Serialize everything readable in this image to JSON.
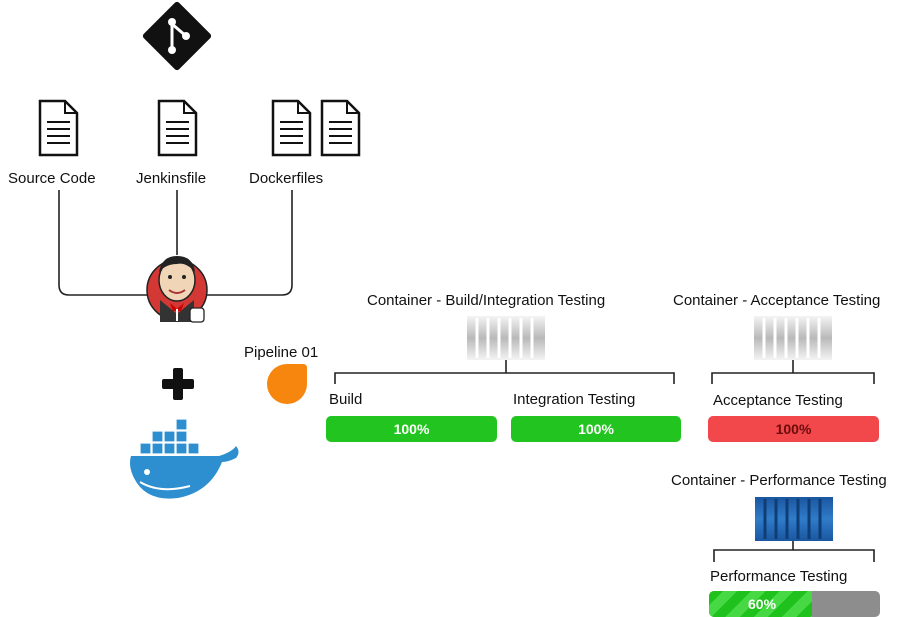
{
  "sources": {
    "source_code": "Source Code",
    "jenkinsfile": "Jenkinsfile",
    "dockerfiles": "Dockerfiles"
  },
  "pipeline": {
    "name": "Pipeline 01"
  },
  "containers": {
    "build_integration": "Container - Build/Integration Testing",
    "acceptance": "Container - Acceptance Testing",
    "performance": "Container - Performance Testing"
  },
  "stages": [
    {
      "name": "Build",
      "progress_label": "100%",
      "progress": 1.0,
      "status": "success"
    },
    {
      "name": "Integration Testing",
      "progress_label": "100%",
      "progress": 1.0,
      "status": "success"
    },
    {
      "name": "Acceptance Testing",
      "progress_label": "100%",
      "progress": 1.0,
      "status": "failed"
    },
    {
      "name": "Performance Testing",
      "progress_label": "60%",
      "progress": 0.6,
      "status": "running"
    }
  ],
  "icons": {
    "git": "git-icon",
    "file": "document-icon",
    "jenkins": "jenkins-icon",
    "plus": "plus-icon",
    "docker": "docker-whale-icon",
    "container": "container-icon",
    "pipeline": "pipeline-drop-icon"
  },
  "colors": {
    "success": "#22c51f",
    "failed": "#f2474b",
    "pending": "#8d8d8d",
    "pipeline": "#f7860f",
    "container_blue": "#1f5fa6",
    "container_gray": "#bdbdbd",
    "docker_blue": "#2d8fd0"
  }
}
